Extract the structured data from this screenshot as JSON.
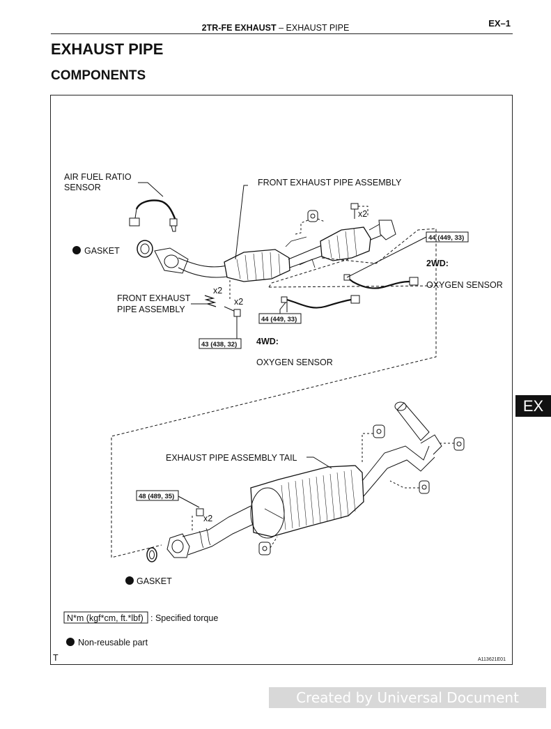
{
  "header": {
    "section_bold": "2TR-FE EXHAUST",
    "separator": "–",
    "section_rest": "EXHAUST PIPE",
    "page_code": "EX–1"
  },
  "page_title": "EXHAUST PIPE",
  "section_title": "COMPONENTS",
  "diagram": {
    "labels": {
      "air_fuel_1": "AIR FUEL RATIO",
      "air_fuel_2": "SENSOR",
      "front_pipe_top": "FRONT EXHAUST PIPE ASSEMBLY",
      "gasket_top": "GASKET",
      "front_pipe_left_1": "FRONT EXHAUST",
      "front_pipe_left_2": "PIPE ASSEMBLY",
      "x2_a": "x2",
      "x2_b": "x2",
      "x2_c": "x2",
      "x2_d": "x2",
      "torque_44_a": "44 (449, 33)",
      "torque_44_b": "44 (449, 33)",
      "torque_43": "43 (438, 32)",
      "torque_48": "48 (489, 35)",
      "wd2": "2WD:",
      "oxygen_2wd": "OXYGEN SENSOR",
      "wd4": "4WD:",
      "oxygen_4wd": "OXYGEN SENSOR",
      "tail": "EXHAUST PIPE ASSEMBLY TAIL",
      "gasket_bottom": "GASKET"
    },
    "legend": {
      "torque_box": "N*m (kgf*cm, ft.*lbf)",
      "torque_desc": ": Specified torque",
      "nonreusable": "Non-reusable part"
    },
    "corner_left": "T",
    "figure_id": "A113621E01"
  },
  "side_tab": "EX",
  "watermark": "Created by Universal Document Converter"
}
